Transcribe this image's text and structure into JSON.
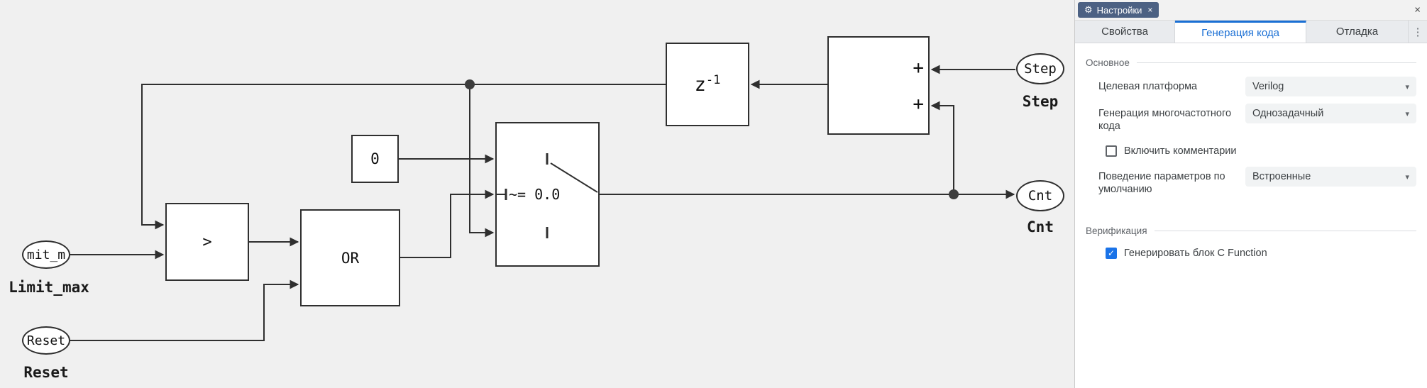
{
  "colors": {
    "accent_blue": "#1a73e8",
    "settings_tab_bg": "#4c6183",
    "canvas_bg": "#f0f0f0"
  },
  "settings_panel": {
    "header": {
      "gear_icon": "⚙",
      "tab_title": "Настройки",
      "tab_close_icon": "×",
      "panel_close_icon": "×"
    },
    "tabs": {
      "properties": "Свойства",
      "codegen": "Генерация кода",
      "debug": "Отладка",
      "more_icon": "⋮"
    },
    "codegen": {
      "section_main": "Основное",
      "target_platform_label": "Целевая платформа",
      "target_platform_value": "Verilog",
      "multirate_label": "Генерация многочастотного кода",
      "multirate_value": "Однозадачный",
      "comments_label": "Включить комментарии",
      "comments_checked": false,
      "param_behavior_label": "Поведение параметров по умолчанию",
      "param_behavior_value": "Встроенные",
      "section_verification": "Верификация",
      "cfunction_label": "Генерировать блок C Function",
      "cfunction_checked": true,
      "check_icon": "✓",
      "caret_icon": "▾"
    }
  },
  "diagram": {
    "ports": {
      "limit_max_text": "mit_m",
      "limit_max_label": "Limit_max",
      "reset_text": "Reset",
      "reset_label": "Reset",
      "step_text": "Step",
      "step_label": "Step",
      "cnt_text": "Cnt",
      "cnt_label": "Cnt"
    },
    "blocks": {
      "relational_op": ">",
      "logic_op": "OR",
      "constant_value": "0",
      "switch_condition": "~= 0.0",
      "unit_delay_base": "z",
      "unit_delay_exp": "-1",
      "sum_sign_top": "+",
      "sum_sign_bottom": "+"
    }
  }
}
